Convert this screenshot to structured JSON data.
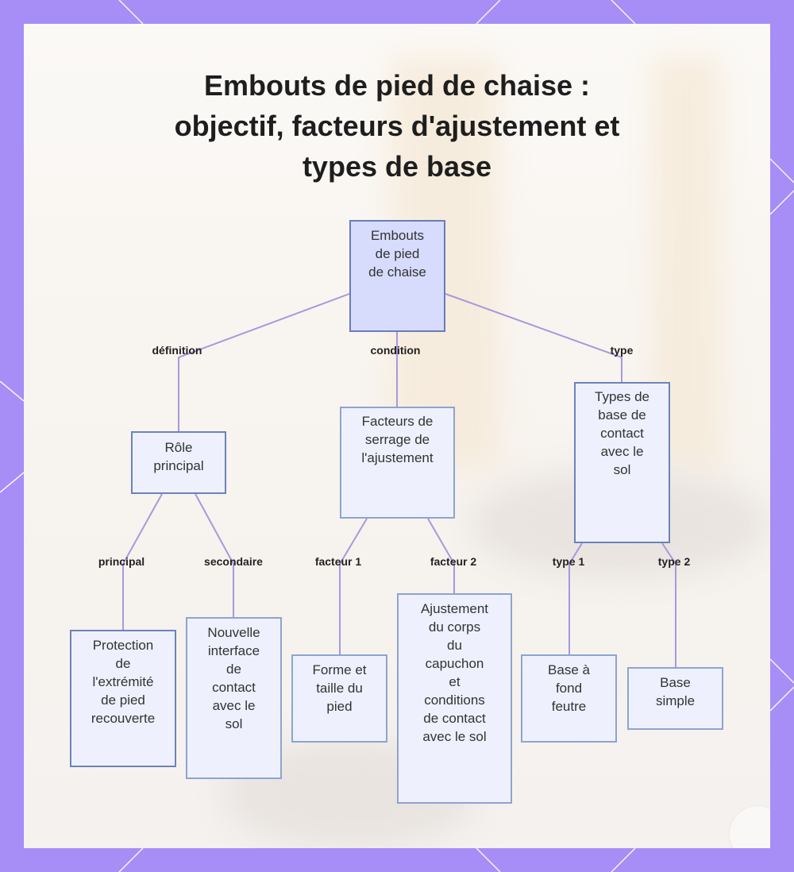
{
  "title": {
    "line1": "Embouts de pied de chaise :",
    "line2": "objectif, facteurs d'ajustement et",
    "line3": "types de base"
  },
  "colors": {
    "frame": "#a68ef6",
    "edge": "#a898dc",
    "node_fill": "#eef1fd",
    "root_fill": "#d7dcfc",
    "node_border": "#8da4d0"
  },
  "nodes": {
    "root": [
      "Embouts",
      "de pied",
      "de chaise"
    ],
    "role": [
      "Rôle",
      "principal"
    ],
    "serrage": [
      "Facteurs de",
      "serrage de",
      "l'ajustement"
    ],
    "types": [
      "Types de",
      "base de",
      "contact",
      "avec le",
      "sol"
    ],
    "protection": [
      "Protection",
      "de",
      "l'extrémité",
      "de pied",
      "recouverte"
    ],
    "interface": [
      "Nouvelle",
      "interface",
      "de",
      "contact",
      "avec le",
      "sol"
    ],
    "forme": [
      "Forme et",
      "taille du",
      "pied"
    ],
    "ajustement": [
      "Ajustement",
      "du corps",
      "du",
      "capuchon",
      "et",
      "conditions",
      "de contact",
      "avec le sol"
    ],
    "feutre": [
      "Base à",
      "fond",
      "feutre"
    ],
    "simple": [
      "Base",
      "simple"
    ]
  },
  "edge_labels": {
    "definition": "définition",
    "condition": "condition",
    "type": "type",
    "principal": "principal",
    "secondaire": "secondaire",
    "facteur1": "facteur 1",
    "facteur2": "facteur 2",
    "type1": "type 1",
    "type2": "type 2"
  }
}
